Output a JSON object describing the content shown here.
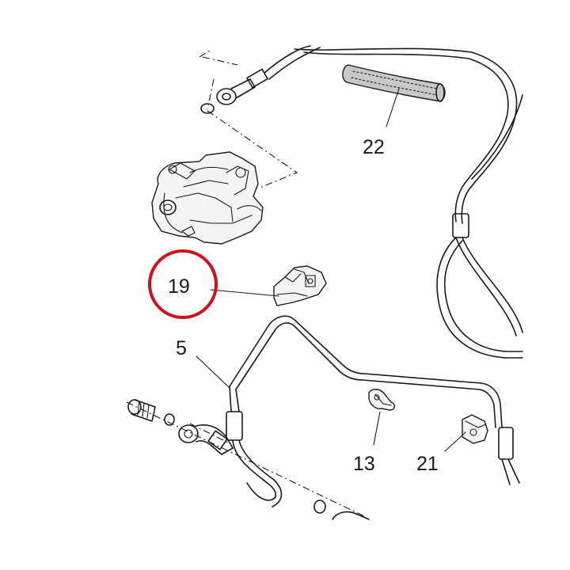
{
  "callouts": [
    {
      "id": "22",
      "label": "22"
    },
    {
      "id": "19",
      "label": "19"
    },
    {
      "id": "5",
      "label": "5"
    },
    {
      "id": "13",
      "label": "13"
    },
    {
      "id": "21",
      "label": "21"
    }
  ],
  "highlight": {
    "callout": "19",
    "color": "#d0101a"
  },
  "colors": {
    "ink": "#1a1a1a",
    "background": "#ffffff",
    "highlight": "#d0101a"
  }
}
